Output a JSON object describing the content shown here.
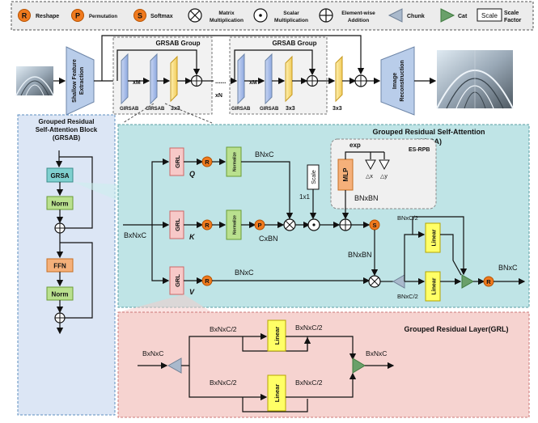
{
  "legend": {
    "reshape_symbol": "R",
    "reshape_label": "Reshape",
    "permutation_symbol": "P",
    "permutation_label": "Permutation",
    "softmax_symbol": "S",
    "softmax_label": "Softmax",
    "matmul_label_1": "Matrix",
    "matmul_label_2": "Multiplication",
    "scalar_label_1": "Scalar",
    "scalar_label_2": "Multiplication",
    "elementwise_label_1": "Element-wise",
    "elementwise_label_2": "Addition",
    "chunk_label": "Chunk",
    "cat_label": "Cat",
    "scale_box": "Scale",
    "scale_factor_1": "Scale",
    "scale_factor_2": "Factor"
  },
  "top": {
    "shallow_1": "Shallow Feature",
    "shallow_2": "Extraction",
    "group1_title": "GRSAB Group",
    "group2_title": "GRSAB Group",
    "xm_1": "xM",
    "xm_2": "xM",
    "xn": "xN",
    "dots_1": "......",
    "dots_2": "......",
    "girsab_1": "GIRSAB",
    "girsab_2": "GIRSAB",
    "girsab_3": "GIRSAB",
    "girsab_4": "GIRSAB",
    "conv_1": "3x3",
    "conv_2": "3x3",
    "conv_3": "3x3",
    "recon_1": "Image",
    "recon_2": "Reconstruction"
  },
  "block": {
    "title_1": "Grouped Residual",
    "title_2": "Self-Attention Block",
    "title_3": "(GRSAB)",
    "grsa": "GRSA",
    "norm_1": "Norm",
    "ffn": "FFN",
    "norm_2": "Norm"
  },
  "grsa": {
    "title_1": "Grouped Residual Self-Attention",
    "title_2": "(GRSA)",
    "input": "BxNxC",
    "grl": "GRL",
    "q": "Q",
    "k": "K",
    "v": "V",
    "r": "R",
    "p": "P",
    "s": "S",
    "normalize": "Normalize",
    "bnxc_q": "BNxC",
    "cxbn": "CxBN",
    "bnxc_v": "BNxC",
    "scale": "Scale",
    "onexone": "1x1",
    "es_rpb": "ES-RPB",
    "exp": "exp",
    "mlp": "MLP",
    "dx": "△x",
    "dy": "△y",
    "bnxbn_1": "BNxBN",
    "bnxbn_2": "BNxBN",
    "half_top": "BNxC/2",
    "half_bot": "BNxC/2",
    "linear": "Linear",
    "out": "BNxC"
  },
  "grl": {
    "title": "Grouped Residual Layer(GRL)",
    "input": "BxNxC",
    "h1": "BxNxC/2",
    "h2": "BxNxC/2",
    "h3": "BxNxC/2",
    "h4": "BxNxC/2",
    "linear": "Linear",
    "out": "BxNxC"
  }
}
